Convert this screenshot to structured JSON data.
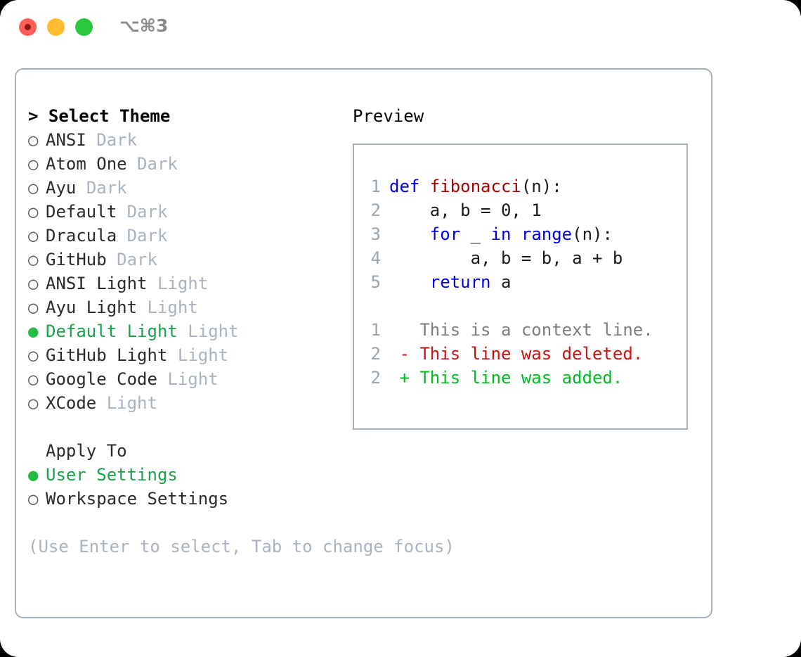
{
  "window": {
    "title": "⌥⌘3",
    "traffic_lights": [
      {
        "name": "close",
        "color": "#ff5f57"
      },
      {
        "name": "minimize",
        "color": "#febc2e"
      },
      {
        "name": "maximize",
        "color": "#28c840"
      }
    ]
  },
  "theme_picker": {
    "header": "> Select Theme",
    "selected_bullet": "●",
    "unselected_bullet": "○",
    "selected_color": "#16a34a",
    "kind_color": "#aab3bf",
    "items": [
      {
        "bullet": "○",
        "name": "ANSI",
        "kind": "Dark",
        "selected": false
      },
      {
        "bullet": "○",
        "name": "Atom One",
        "kind": "Dark",
        "selected": false
      },
      {
        "bullet": "○",
        "name": "Ayu",
        "kind": "Dark",
        "selected": false
      },
      {
        "bullet": "○",
        "name": "Default",
        "kind": "Dark",
        "selected": false
      },
      {
        "bullet": "○",
        "name": "Dracula",
        "kind": "Dark",
        "selected": false
      },
      {
        "bullet": "○",
        "name": "GitHub",
        "kind": "Dark",
        "selected": false
      },
      {
        "bullet": "○",
        "name": "ANSI Light",
        "kind": "Light",
        "selected": false
      },
      {
        "bullet": "○",
        "name": "Ayu Light",
        "kind": "Light",
        "selected": false
      },
      {
        "bullet": "●",
        "name": "Default Light",
        "kind": "Light",
        "selected": true
      },
      {
        "bullet": "○",
        "name": "GitHub Light",
        "kind": "Light",
        "selected": false
      },
      {
        "bullet": "○",
        "name": "Google Code",
        "kind": "Light",
        "selected": false
      },
      {
        "bullet": "○",
        "name": "XCode",
        "kind": "Light",
        "selected": false
      }
    ]
  },
  "apply_to": {
    "header": "Apply To",
    "options": [
      {
        "bullet": "●",
        "label": "User Settings",
        "selected": true
      },
      {
        "bullet": "○",
        "label": "Workspace Settings",
        "selected": false
      }
    ]
  },
  "hint": "(Use Enter to select, Tab to change focus)",
  "preview": {
    "title": "Preview",
    "code_lines": [
      {
        "no": "1",
        "tokens": [
          {
            "t": "def ",
            "c": "kw"
          },
          {
            "t": "fibonacci",
            "c": "fn"
          },
          {
            "t": "(n):",
            "c": "pl"
          }
        ]
      },
      {
        "no": "2",
        "tokens": [
          {
            "t": "    a, b = 0, 1",
            "c": "pl"
          }
        ]
      },
      {
        "no": "3",
        "tokens": [
          {
            "t": "    ",
            "c": "pl"
          },
          {
            "t": "for",
            "c": "kw"
          },
          {
            "t": " _ ",
            "c": "pl"
          },
          {
            "t": "in",
            "c": "kw"
          },
          {
            "t": " ",
            "c": "pl"
          },
          {
            "t": "range",
            "c": "kw"
          },
          {
            "t": "(n):",
            "c": "pl"
          }
        ]
      },
      {
        "no": "4",
        "tokens": [
          {
            "t": "        a, b = b, a + b",
            "c": "pl"
          }
        ]
      },
      {
        "no": "5",
        "tokens": [
          {
            "t": "    ",
            "c": "pl"
          },
          {
            "t": "return",
            "c": "kw"
          },
          {
            "t": " a",
            "c": "pl"
          }
        ]
      }
    ],
    "diff_lines": [
      {
        "no": "1",
        "tokens": [
          {
            "t": "   This is a context line.",
            "c": "ctx"
          }
        ]
      },
      {
        "no": "2",
        "tokens": [
          {
            "t": " - This line was deleted.",
            "c": "del"
          }
        ]
      },
      {
        "no": "2",
        "tokens": [
          {
            "t": " + This line was added.",
            "c": "add"
          }
        ]
      }
    ]
  }
}
